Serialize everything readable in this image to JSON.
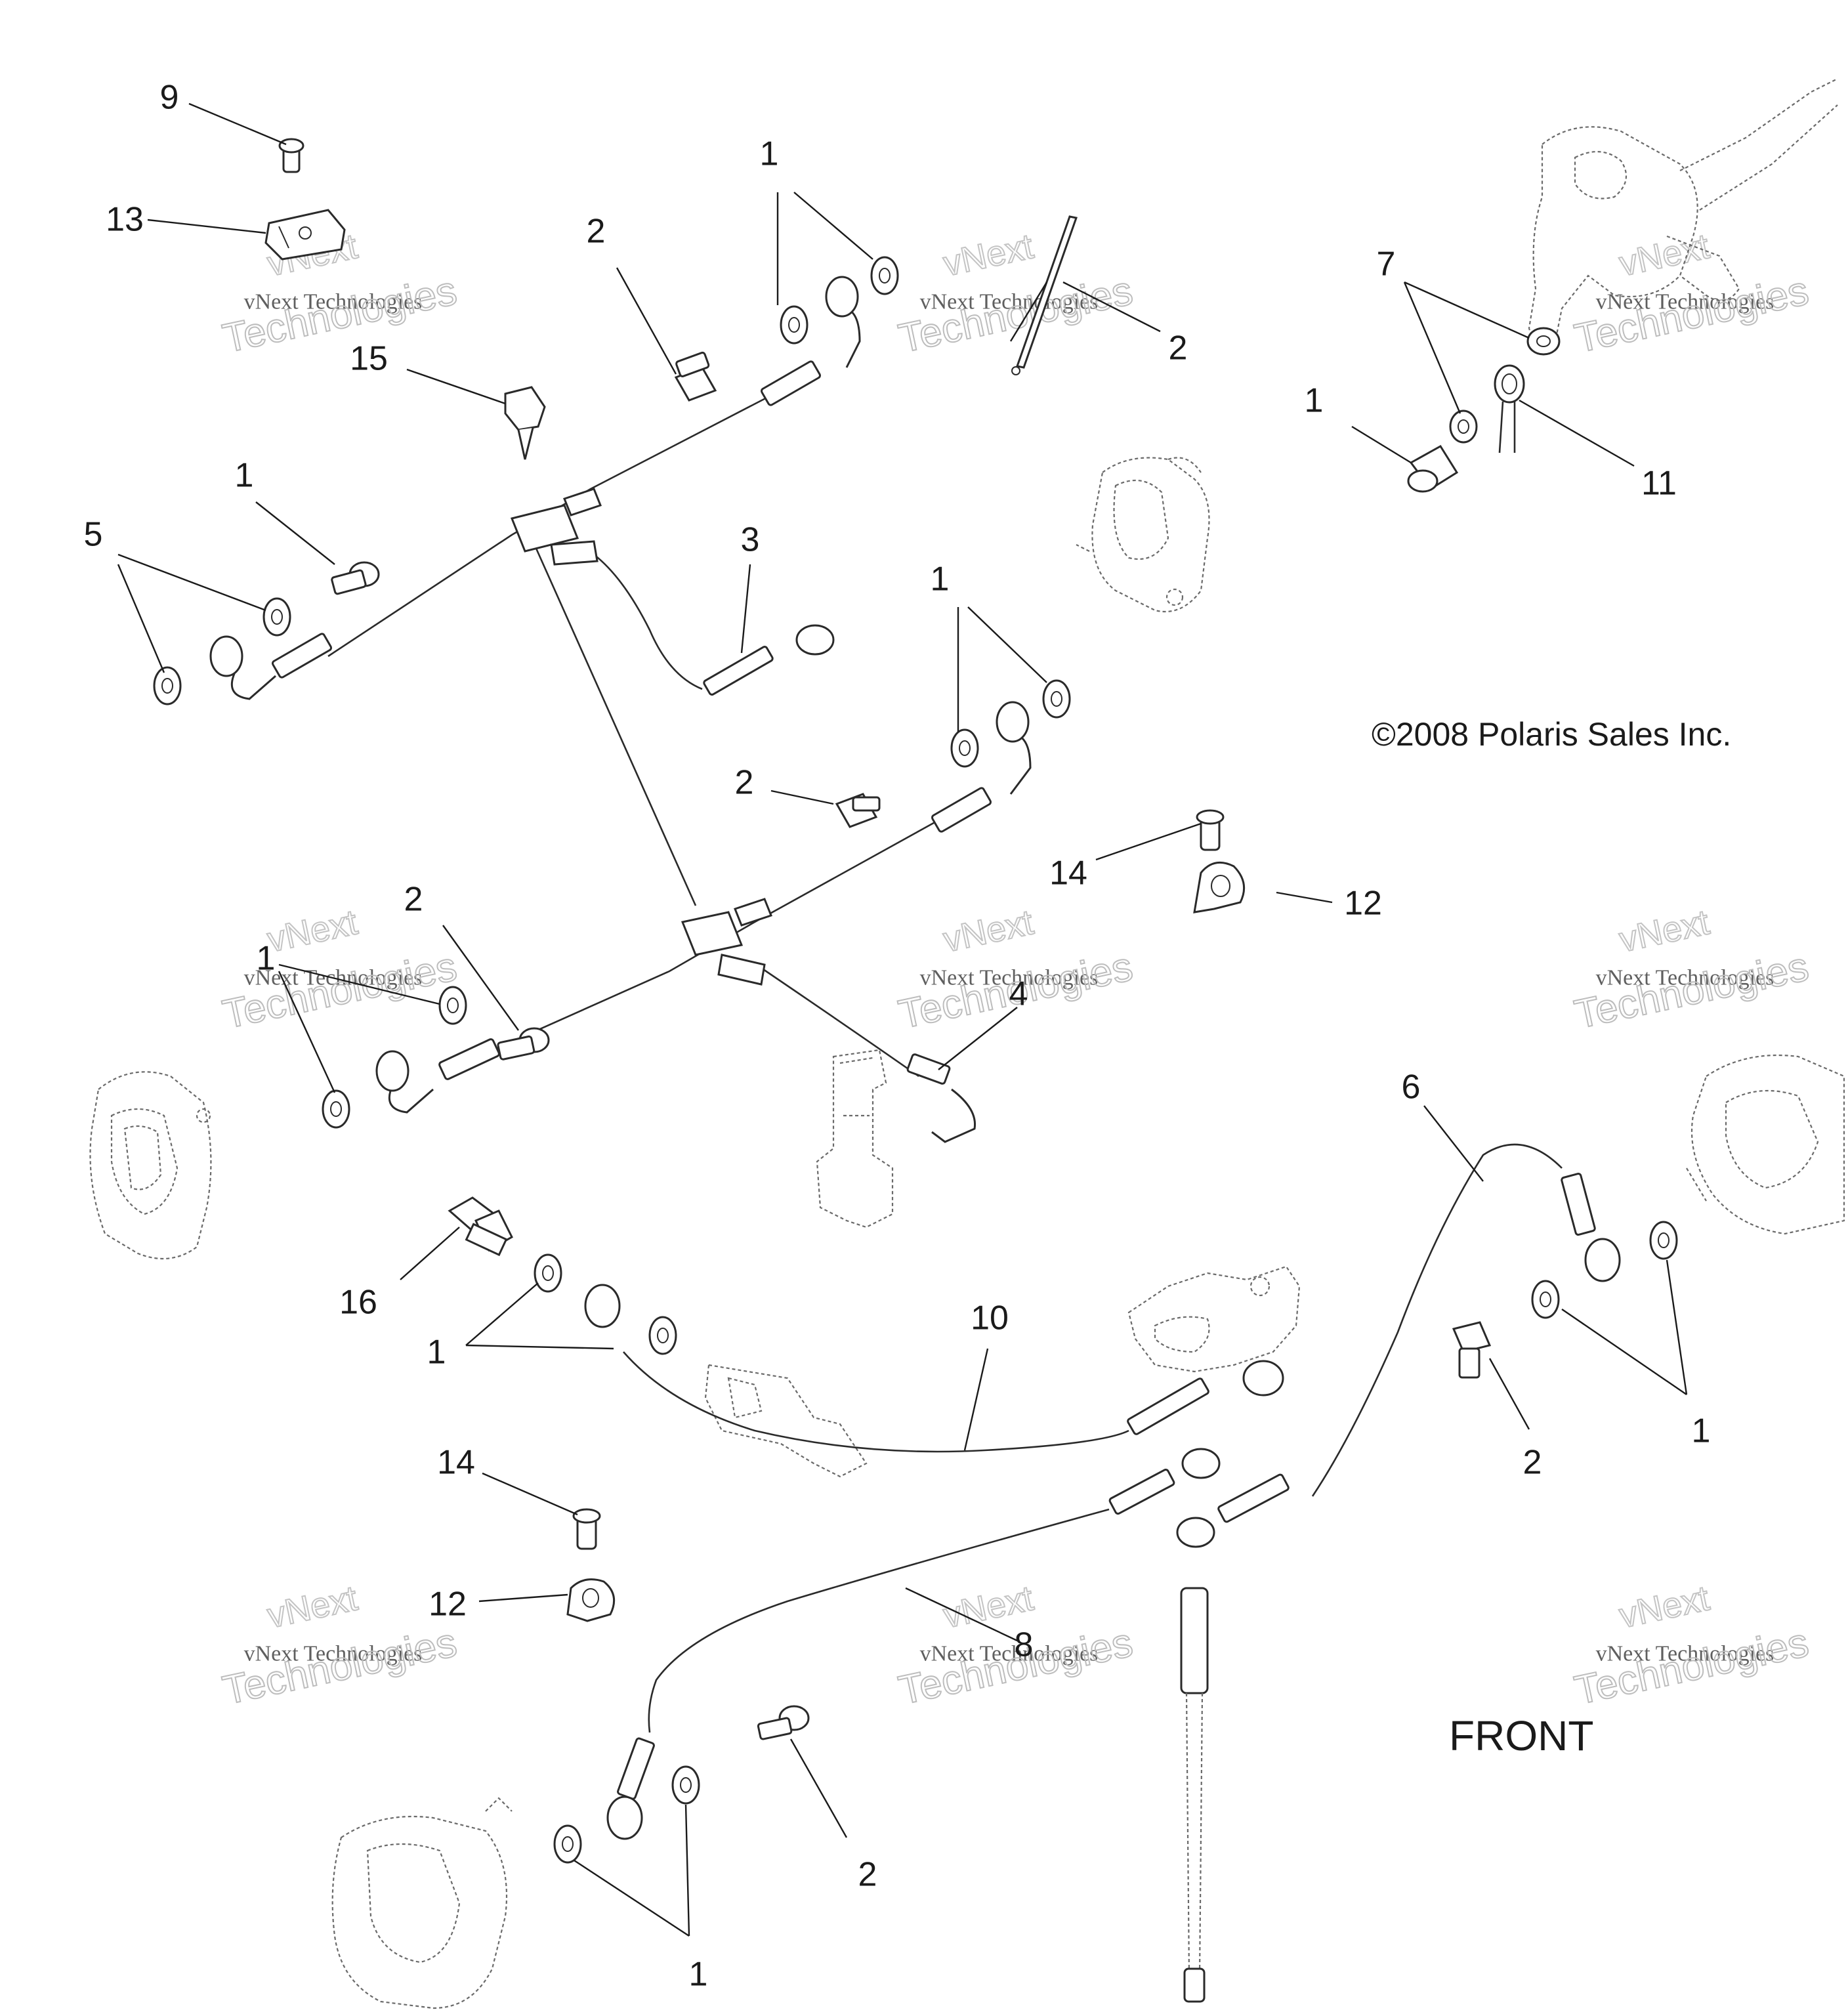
{
  "diagram": {
    "copyright": "©2008 Polaris Sales Inc.",
    "orientation_label": "FRONT",
    "watermark": {
      "brand_top": "vNext",
      "brand_line": "vNext Technologies",
      "brand_bottom": "Technologies"
    },
    "callouts": [
      {
        "id": "c9",
        "text": "9"
      },
      {
        "id": "c13",
        "text": "13"
      },
      {
        "id": "c15",
        "text": "15"
      },
      {
        "id": "c2a",
        "text": "2"
      },
      {
        "id": "c1a",
        "text": "1"
      },
      {
        "id": "c1b",
        "text": "1"
      },
      {
        "id": "c2b",
        "text": "2"
      },
      {
        "id": "c7",
        "text": "7"
      },
      {
        "id": "c1c",
        "text": "1"
      },
      {
        "id": "c11",
        "text": "11"
      },
      {
        "id": "c3",
        "text": "3"
      },
      {
        "id": "c5",
        "text": "5"
      },
      {
        "id": "c1d",
        "text": "1"
      },
      {
        "id": "c2c",
        "text": "2"
      },
      {
        "id": "c14a",
        "text": "14"
      },
      {
        "id": "c12a",
        "text": "12"
      },
      {
        "id": "c2d",
        "text": "2"
      },
      {
        "id": "c1e",
        "text": "1"
      },
      {
        "id": "c4",
        "text": "4"
      },
      {
        "id": "c6",
        "text": "6"
      },
      {
        "id": "c16",
        "text": "16"
      },
      {
        "id": "c10",
        "text": "10"
      },
      {
        "id": "c1f",
        "text": "1"
      },
      {
        "id": "c2e",
        "text": "2"
      },
      {
        "id": "c1g",
        "text": "1"
      },
      {
        "id": "c14b",
        "text": "14"
      },
      {
        "id": "c12b",
        "text": "12"
      },
      {
        "id": "c8",
        "text": "8"
      },
      {
        "id": "c2f",
        "text": "2"
      },
      {
        "id": "c1h",
        "text": "1"
      }
    ]
  }
}
